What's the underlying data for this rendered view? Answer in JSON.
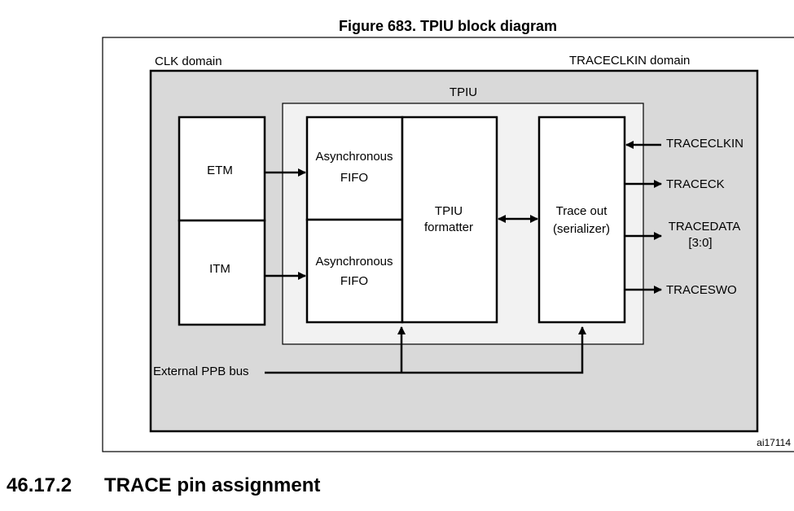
{
  "figure": {
    "title": "Figure 683. TPIU block diagram",
    "id_label": "ai17114"
  },
  "domains": {
    "clk": "CLK domain",
    "traceclkin": "TRACECLKIN domain"
  },
  "tpiu": {
    "label": "TPIU",
    "fifo_top": [
      "Asynchronous",
      "FIFO"
    ],
    "fifo_bottom": [
      "Asynchronous",
      "FIFO"
    ],
    "formatter": [
      "TPIU",
      "formatter"
    ],
    "trace_out": [
      "Trace out",
      "(serializer)"
    ]
  },
  "sources": {
    "etm": "ETM",
    "itm": "ITM"
  },
  "signals": {
    "traceclkin": "TRACECLKIN",
    "traceck": "TRACECK",
    "tracedata": [
      "TRACEDATA",
      "[3:0]"
    ],
    "traceswo": "TRACESWO"
  },
  "bus": {
    "label": "External PPB bus"
  },
  "section": {
    "number": "46.17.2",
    "title": "TRACE pin assignment"
  }
}
